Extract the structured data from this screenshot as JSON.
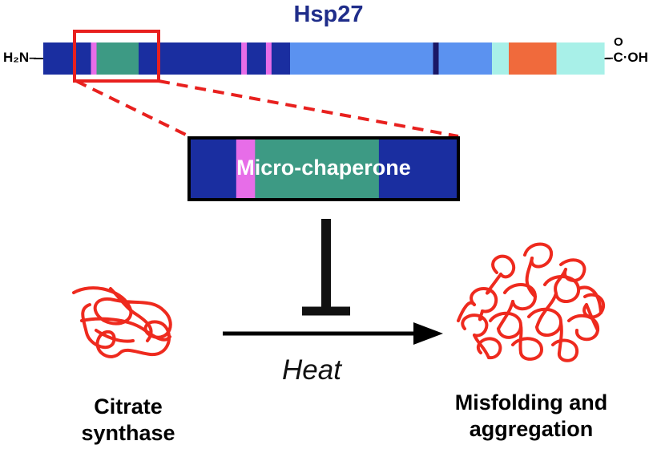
{
  "title": "Hsp27",
  "n_terminus": "H₂N–",
  "c_terminus": {
    "oxygen": "O",
    "group": "–C·OH"
  },
  "protein_domains": [
    {
      "start": 0.0,
      "end": 0.085,
      "color": "#1a2ea0"
    },
    {
      "start": 0.085,
      "end": 0.095,
      "color": "#e76de8"
    },
    {
      "start": 0.095,
      "end": 0.17,
      "color": "#3d9a84"
    },
    {
      "start": 0.17,
      "end": 0.353,
      "color": "#1a2ea0"
    },
    {
      "start": 0.353,
      "end": 0.363,
      "color": "#e76de8"
    },
    {
      "start": 0.363,
      "end": 0.397,
      "color": "#1a2ea0"
    },
    {
      "start": 0.397,
      "end": 0.407,
      "color": "#e76de8"
    },
    {
      "start": 0.407,
      "end": 0.44,
      "color": "#1a2ea0"
    },
    {
      "start": 0.44,
      "end": 0.695,
      "color": "#5b92f0"
    },
    {
      "start": 0.695,
      "end": 0.705,
      "color": "#1a1766"
    },
    {
      "start": 0.705,
      "end": 0.8,
      "color": "#5b92f0"
    },
    {
      "start": 0.8,
      "end": 0.83,
      "color": "#a8f0e8"
    },
    {
      "start": 0.83,
      "end": 0.915,
      "color": "#f06a3c"
    },
    {
      "start": 0.915,
      "end": 1.0,
      "color": "#a8f0e8"
    }
  ],
  "micro_chaperone_domains": [
    {
      "start": 0.0,
      "end": 0.175,
      "color": "#1a2ea0"
    },
    {
      "start": 0.175,
      "end": 0.245,
      "color": "#e76de8"
    },
    {
      "start": 0.245,
      "end": 0.705,
      "color": "#3d9a84"
    },
    {
      "start": 0.705,
      "end": 1.0,
      "color": "#1a2ea0"
    }
  ],
  "micro_chaperone_label": "Micro-chaperone",
  "reaction_condition": "Heat",
  "substrate_label_lines": [
    "Citrate",
    "synthase"
  ],
  "product_label_lines": [
    "Misfolding and",
    "aggregation"
  ],
  "colors": {
    "title": "#1f2d8a",
    "highlight": "#e8201e",
    "protein_squiggle": "#ee2a1e",
    "arrow": "#000000"
  }
}
